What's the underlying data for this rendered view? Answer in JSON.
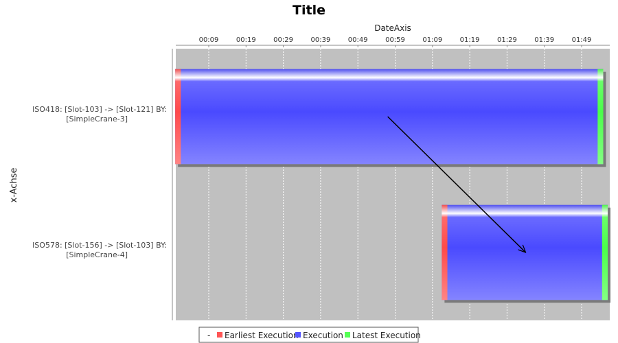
{
  "chart_data": {
    "type": "gantt",
    "title": "Title",
    "xlabel": "DateAxis",
    "ylabel": "x-Achse",
    "x_ticks": [
      "00:09",
      "00:19",
      "00:29",
      "00:39",
      "00:49",
      "00:59",
      "01:09",
      "01:19",
      "01:29",
      "01:39",
      "01:49"
    ],
    "x_range_minutes": [
      0,
      116.5
    ],
    "grid": true,
    "legend_position": "bottom",
    "legend": {
      "prefix": "-",
      "entries": [
        {
          "name": "Earliest Execution",
          "color": "#ff5555"
        },
        {
          "name": "Execution",
          "color": "#5555ff"
        },
        {
          "name": "Latest Execution",
          "color": "#55ff55"
        }
      ]
    },
    "tasks": [
      {
        "label_line1": "ISO418: [Slot-103] -> [Slot-121] BY:",
        "label_line2": "[SimpleCrane-3]",
        "start_minutes": 0.0,
        "end_minutes": 114.8,
        "earliest_width_minutes": 1.5,
        "latest_width_minutes": 1.5
      },
      {
        "label_line1": "ISO578: [Slot-156] -> [Slot-103] BY:",
        "label_line2": "[SimpleCrane-4]",
        "start_minutes": 71.5,
        "end_minutes": 116.0,
        "earliest_width_minutes": 1.5,
        "latest_width_minutes": 1.5
      }
    ],
    "annotation_arrow": {
      "from": {
        "x_minutes": 57.0,
        "task_index": 0,
        "task_fraction": 0.5
      },
      "to": {
        "x_minutes": 94.0,
        "task_index": 1,
        "task_fraction": 0.5
      }
    }
  }
}
